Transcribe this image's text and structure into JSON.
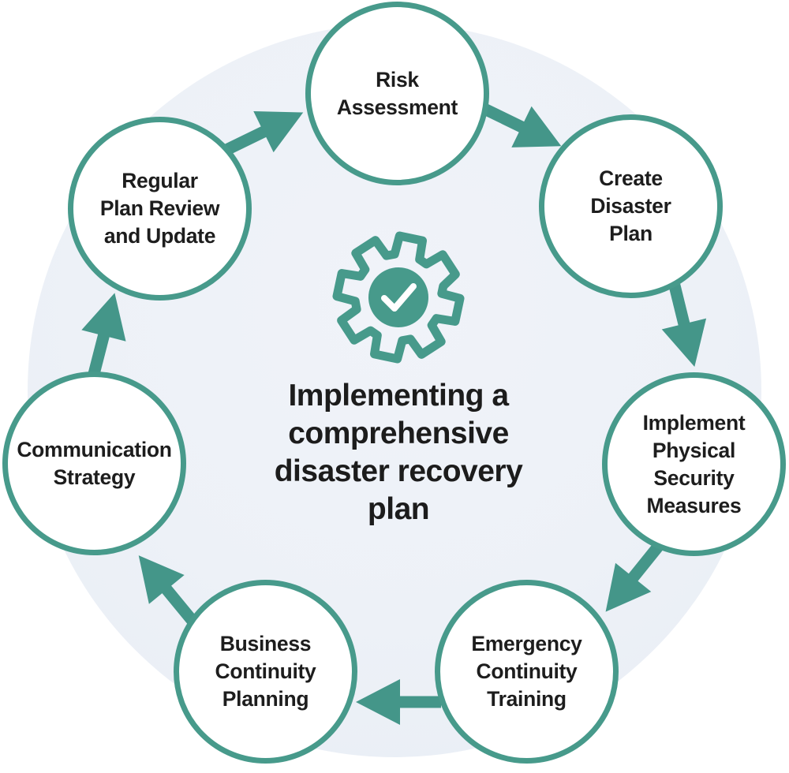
{
  "diagram": {
    "title": "Implementing a comprehensive disaster recovery plan",
    "title_lines": [
      "Implementing a",
      "comprehensive",
      "disaster recovery",
      "plan"
    ],
    "center_icon": "gear-with-checkmark",
    "flow_direction": "clockwise"
  },
  "nodes": [
    {
      "id": "risk-assessment",
      "label": "Risk Assessment",
      "lines": [
        "Risk",
        "Assessment"
      ]
    },
    {
      "id": "create-disaster-plan",
      "label": "Create Disaster Plan",
      "lines": [
        "Create",
        "Disaster",
        "Plan"
      ]
    },
    {
      "id": "implement-physical-security-measures",
      "label": "Implement Physical Security Measures",
      "lines": [
        "Implement",
        "Physical",
        "Security",
        "Measures"
      ]
    },
    {
      "id": "emergency-continuity-training",
      "label": "Emergency Continuity Training",
      "lines": [
        "Emergency",
        "Continuity",
        "Training"
      ]
    },
    {
      "id": "business-continuity-planning",
      "label": "Business Continuity Planning",
      "lines": [
        "Business",
        "Continuity",
        "Planning"
      ]
    },
    {
      "id": "communication-strategy",
      "label": "Communication Strategy",
      "lines": [
        "Communication",
        "Strategy"
      ]
    },
    {
      "id": "regular-plan-review-and-update",
      "label": "Regular Plan Review and Update",
      "lines": [
        "Regular",
        "Plan Review",
        "and Update"
      ]
    }
  ],
  "connections": [
    {
      "from": "risk-assessment",
      "to": "create-disaster-plan"
    },
    {
      "from": "create-disaster-plan",
      "to": "implement-physical-security-measures"
    },
    {
      "from": "implement-physical-security-measures",
      "to": "emergency-continuity-training"
    },
    {
      "from": "emergency-continuity-training",
      "to": "business-continuity-planning"
    },
    {
      "from": "business-continuity-planning",
      "to": "communication-strategy"
    },
    {
      "from": "communication-strategy",
      "to": "regular-plan-review-and-update"
    },
    {
      "from": "regular-plan-review-and-update",
      "to": "risk-assessment"
    }
  ],
  "colors": {
    "accent_teal": "#479a8b",
    "arrow_teal": "#449689",
    "background_circle": "#edf1f7",
    "node_fill": "#ffffff",
    "text": "#1d1d1d",
    "canvas": "#ffffff"
  }
}
